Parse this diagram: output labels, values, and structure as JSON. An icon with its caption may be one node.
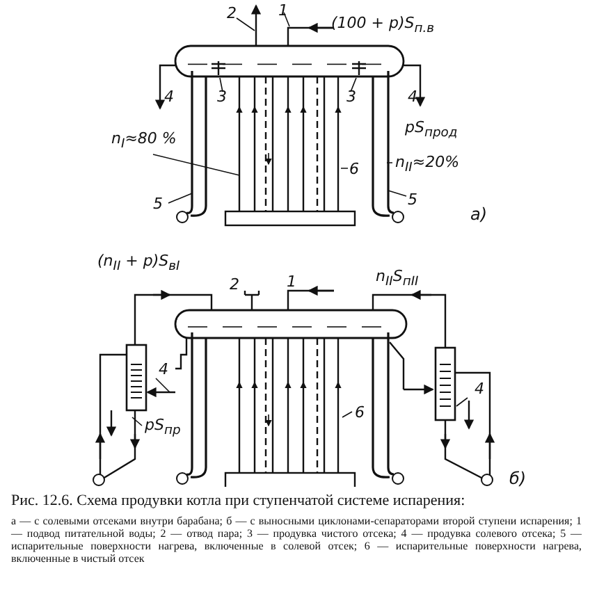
{
  "diagram": {
    "title": "Рис. 12.6. Схема продувки котла при ступенчатой системе испарения:",
    "caption": "а — с солевыми отсеками внутри барабана; б — с выносными циклонами-сепараторами второй ступени испарения; 1 — подвод питательной воды; 2 — отвод пара; 3 — продувка чистого отсека; 4 — продувка солевого отсека; 5 — испарительные поверхности нагрева, включенные в солевой отсек; 6 — испарительные поверхности нагрева, включенные в чистый отсек",
    "labels": [
      "2",
      "1",
      "(100 + p)S$_{п.в}$",
      "4",
      "3",
      "3",
      "4",
      "pS$_{прод}$",
      "n$_{I}$≈80 %",
      "6",
      "n$_{II}$≈20%",
      "5",
      "5",
      "а)",
      "(n$_{II}$ + p)S$_{вI}$",
      "2",
      "1",
      "n$_{II}$S$_{пII}$",
      "4",
      "pS$_{пр}$",
      "6",
      "4",
      "б)"
    ]
  }
}
